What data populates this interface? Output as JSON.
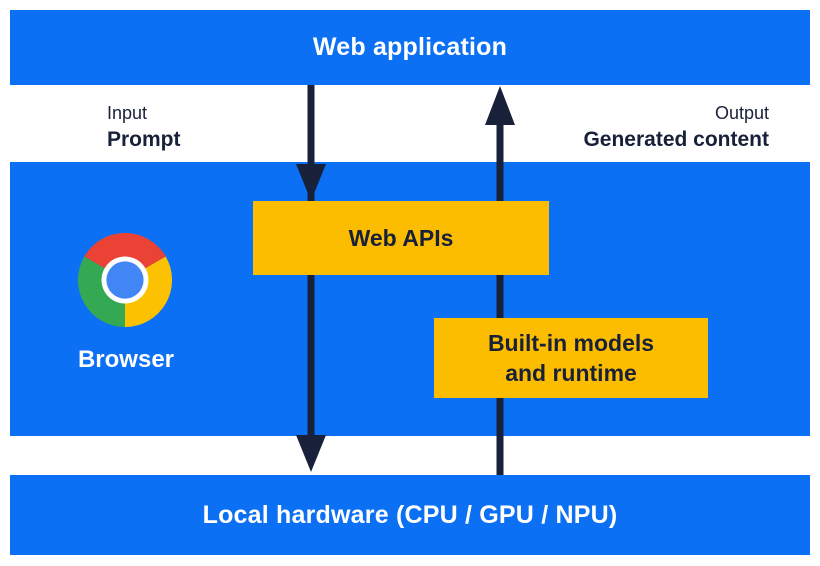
{
  "web_application": {
    "label": "Web application"
  },
  "flow": {
    "input": {
      "caption": "Input",
      "value": "Prompt"
    },
    "output": {
      "caption": "Output",
      "value": "Generated content"
    }
  },
  "browser": {
    "label": "Browser",
    "logo_icon": "chrome-logo-icon"
  },
  "web_apis": {
    "label": "Web APIs"
  },
  "built_in_models": {
    "lines": [
      "Built-in models",
      "and runtime"
    ]
  },
  "local_hardware": {
    "label": "Local hardware (CPU / GPU / NPU)"
  },
  "colors": {
    "primary_blue": "#0b70f3",
    "accent_yellow": "#fcbc00",
    "ink_navy": "#182139",
    "text_on_blue": "#ffffff",
    "chrome_red": "#ea4335",
    "chrome_green": "#34a853",
    "chrome_yellow": "#fcc201",
    "chrome_blue": "#4285f4",
    "chrome_ring": "#ffffff"
  }
}
